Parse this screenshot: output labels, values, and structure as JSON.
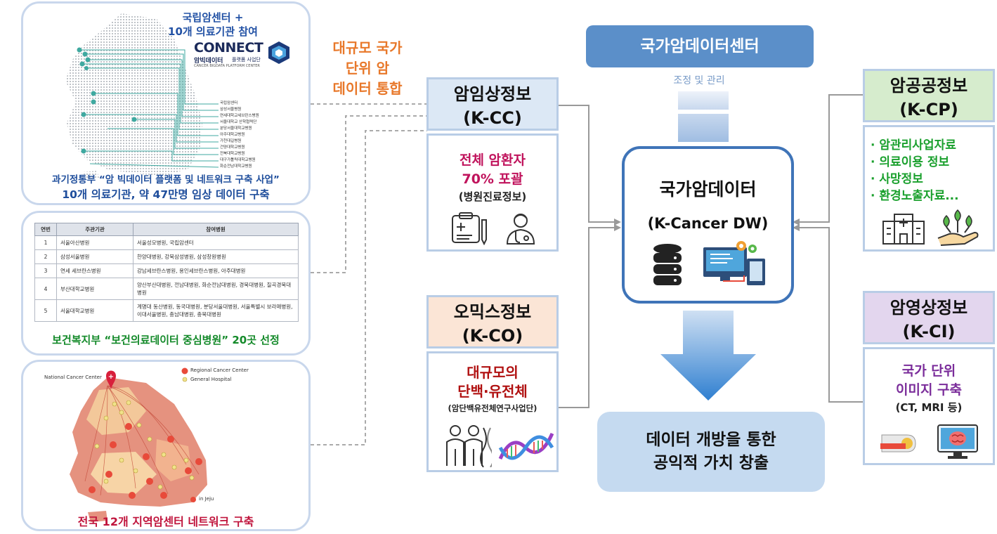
{
  "left_panels": {
    "connect": {
      "title_line1": "국립암센터 +",
      "title_line2": "10개 의료기관 참여",
      "logo_text": "CONNECT",
      "logo_sub": "암빅데이터",
      "logo_sub2": "플랫폼 사업단",
      "logo_sub3": "CANCER BIGDATA PLATFORM CENTER",
      "hospitals": [
        "국립암센터",
        "삼성서울병원",
        "연세대학교세브란스병원",
        "서울대학교 산학협력단",
        "분당서울대학교병원",
        "아주대학교병원",
        "가천대길병원",
        "건양대학교병원",
        "전북대학교병원",
        "대구가톨릭대학교병원",
        "화순전남대학교병원"
      ],
      "caption1": "과기정통부 “암 빅데이터 플랫폼 및 네트워크 구축 사업”",
      "caption2": "10개 의료기관, 약 47만명 임상 데이터 구축"
    },
    "hospital_table": {
      "headers": [
        "연번",
        "주관기관",
        "참여병원"
      ],
      "rows": [
        [
          "1",
          "서울아산병원",
          "서울성모병원, 국립암센터"
        ],
        [
          "2",
          "삼성서울병원",
          "한양대병원, 강북삼성병원, 삼성창원병원"
        ],
        [
          "3",
          "연세 세브란스병원",
          "강남세브란스병원, 용인세브란스병원, 아주대병원"
        ],
        [
          "4",
          "부산대학교병원",
          "양산부산대병원, 전남대병원, 화순전남대병원, 경북대병원, 칠곡경북대병원"
        ],
        [
          "5",
          "서울대학교병원",
          "계명대 동산병원, 동국대병원, 분당서울대병원, 서울특별시 보라매병원, 이대서울병원, 충남대병원, 충북대병원"
        ]
      ],
      "caption": "보건복지부 “보건의료데이터 중심병원” 20곳 선정"
    },
    "regional": {
      "legend_ncc": "National Cancer Center",
      "legend_regional": "Regional Cancer Center",
      "legend_general": "General Hospital",
      "jeju_label": "in Jeju",
      "caption": "전국 12개 지역암센터 네트워크 구축"
    }
  },
  "integration_label": [
    "대규모 국가",
    "단위 암",
    "데이터 통합"
  ],
  "clinical": {
    "header_line1": "암임상정보",
    "header_line2": "(K-CC)",
    "desc_line1": "전체 암환자",
    "desc_line2": "70% 포괄",
    "desc_line3": "(병원진료정보)",
    "icons": [
      "clipboard-icon",
      "doctor-icon"
    ]
  },
  "omics": {
    "header_line1": "오믹스정보",
    "header_line2": "(K-CO)",
    "desc_line1": "대규모의",
    "desc_line2": "단백·유전체",
    "desc_line3": "(암단백유전체연구사업단)",
    "icons": [
      "people-icon",
      "dna-icon"
    ]
  },
  "center": {
    "banner": "국가암데이터센터",
    "coord_label": "조정 및 관리",
    "dw_title": "국가암데이터",
    "dw_subtitle": "(K-Cancer DW)",
    "icons": [
      "database-icon",
      "computer-icon"
    ],
    "outcome_line1": "데이터 개방을 통한",
    "outcome_line2": "공익적 가치 창출"
  },
  "public": {
    "header_line1": "암공공정보",
    "header_line2": "(K-CP)",
    "items": [
      "· 암관리사업자료",
      "· 의료이용 정보",
      "· 사망정보",
      "· 환경노출자료..."
    ],
    "icons": [
      "hospital-icon",
      "plant-hand-icon"
    ]
  },
  "imaging": {
    "header_line1": "암영상정보",
    "header_line2": "(K-CI)",
    "desc_line1": "국가 단위",
    "desc_line2": "이미지 구축",
    "desc_line3": "(CT, MRI 등)",
    "icons": [
      "ct-scanner-icon",
      "brain-monitor-icon"
    ]
  },
  "colors": {
    "panel_border": "#c9d7ec",
    "header_blue_bg": "#dce8f5",
    "header_orange_bg": "#fbe5d6",
    "header_green_bg": "#d6eccd",
    "header_purple_bg": "#e3d6ee",
    "banner_bg": "#5b8fc9",
    "outcome_bg": "#c5daf0",
    "clinical_text": "#c0135c",
    "omics_text": "#b01010",
    "public_text": "#1aa02d",
    "imaging_text": "#7a2c9a",
    "integration_text": "#e8782a",
    "caption_blue": "#1f4e9c",
    "caption_green": "#148a2a",
    "caption_red": "#c0143c"
  }
}
